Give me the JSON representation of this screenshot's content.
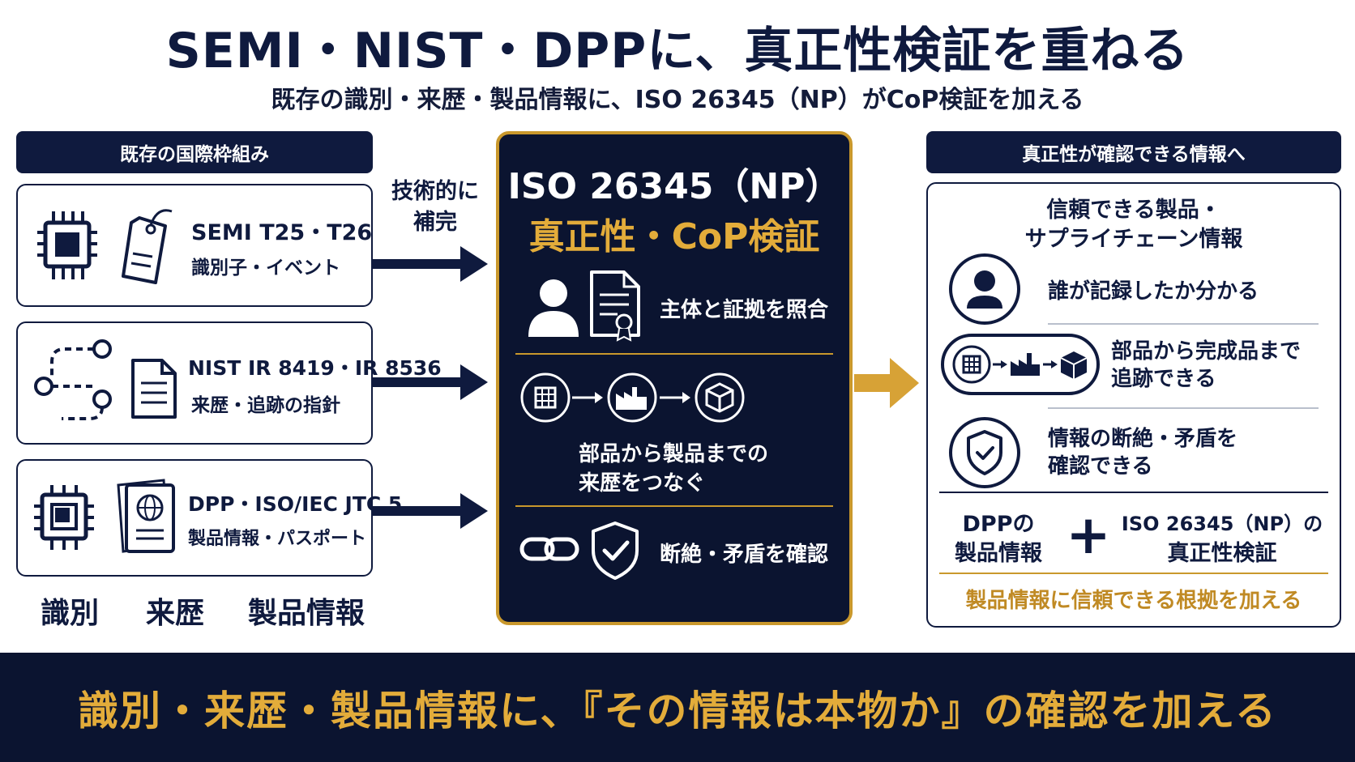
{
  "header": {
    "title": "SEMI・NIST・DPPに、真正性検証を重ねる",
    "subtitle": "既存の識別・来歴・製品情報に、ISO 26345（NP）がCoP検証を加える"
  },
  "left": {
    "header": "既存の国際枠組み",
    "cards": [
      {
        "name": "SEMI T25・T26",
        "desc": "識別子・イベント"
      },
      {
        "name": "NIST IR 8419・IR 8536",
        "desc": "来歴・追跡の指針"
      },
      {
        "name": "DPP・ISO/IEC JTC 5",
        "desc": "製品情報・パスポート"
      }
    ],
    "bottom_labels": [
      "識別",
      "来歴",
      "製品情報"
    ]
  },
  "complement": {
    "line1": "技術的に",
    "line2": "補完"
  },
  "center": {
    "title": "ISO 26345（NP）",
    "subtitle": "真正性・CoP検証",
    "items": [
      {
        "text": "主体と証拠を照合"
      },
      {
        "line1": "部品から製品までの",
        "line2": "来歴をつなぐ"
      },
      {
        "text": "断絶・矛盾を確認"
      }
    ]
  },
  "right": {
    "header": "真正性が確認できる情報へ",
    "intro": {
      "line1": "信頼できる製品・",
      "line2": "サプライチェーン情報"
    },
    "items": [
      {
        "line1": "誰が記録したか分かる"
      },
      {
        "line1": "部品から完成品まで",
        "line2": "追跡できる"
      },
      {
        "line1": "情報の断絶・矛盾を",
        "line2": "確認できる"
      }
    ],
    "dpp": {
      "line1": "DPPの",
      "line2": "製品情報"
    },
    "plus": "+",
    "iso": {
      "line1": "ISO 26345（NP）の",
      "line2": "真正性検証"
    },
    "conclusion": "製品情報に信頼できる根拠を加える"
  },
  "footer": {
    "text": "識別・来歴・製品情報に、『その情報は本物か』の確認を加える"
  },
  "colors": {
    "navy": "#0f1a3e",
    "gold": "#e3ac3a",
    "dark_bg": "#0b1430"
  }
}
